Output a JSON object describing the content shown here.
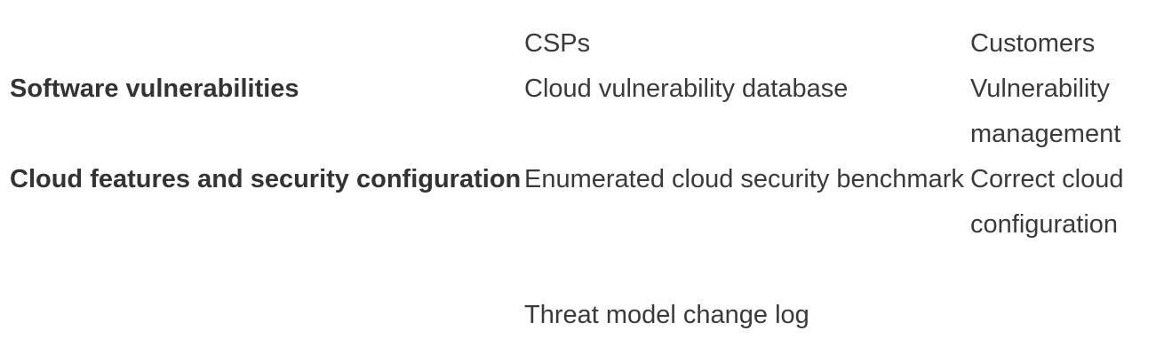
{
  "table": {
    "columns": [
      "",
      "CSPs",
      "Customers"
    ],
    "rows": [
      {
        "label": "Software vulnerabilities",
        "csps": "Cloud vulnerability database",
        "customers": "Vulnerability management"
      },
      {
        "label": "Cloud features and security configuration",
        "csps": "Enumerated cloud security benchmark",
        "customers": "Correct cloud configuration"
      },
      {
        "label": "",
        "csps": "Threat model change log",
        "customers": ""
      }
    ]
  }
}
